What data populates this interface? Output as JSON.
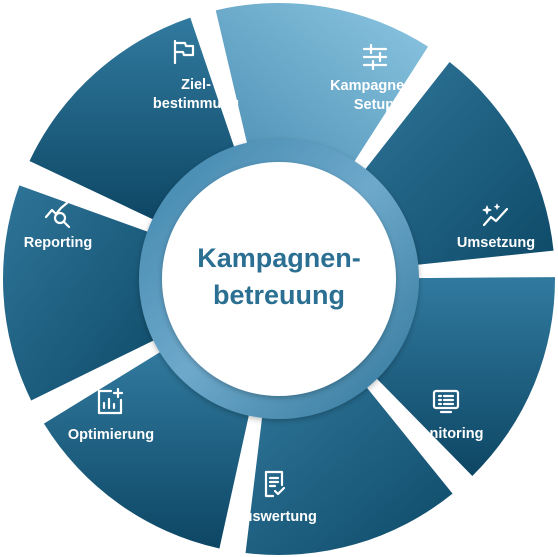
{
  "center": {
    "line1": "Kampagnen-",
    "line2": "betreuung"
  },
  "segments": [
    {
      "line1": "Ziel-",
      "line2": "bestimmung",
      "icon": "flag-icon"
    },
    {
      "line1": "Kampagnen-",
      "line2": "Setup",
      "icon": "sliders-icon"
    },
    {
      "line1": "Umsetzung",
      "line2": "",
      "icon": "sparkle-trend-icon"
    },
    {
      "line1": "Monitoring",
      "line2": "",
      "icon": "monitor-icon"
    },
    {
      "line1": "Auswertung",
      "line2": "",
      "icon": "checklist-icon"
    },
    {
      "line1": "Optimierung",
      "line2": "",
      "icon": "chart-plus-icon"
    },
    {
      "line1": "Reporting",
      "line2": "",
      "icon": "analytics-search-icon"
    }
  ],
  "colors": {
    "ring": "#4d8fb4",
    "ring_light": "#8cc1dc",
    "segment_dark": "#0f4d6c",
    "segment_mid": "#2b6f92",
    "segment_light": "#6aa9cc",
    "center_text": "#2b6f92"
  }
}
